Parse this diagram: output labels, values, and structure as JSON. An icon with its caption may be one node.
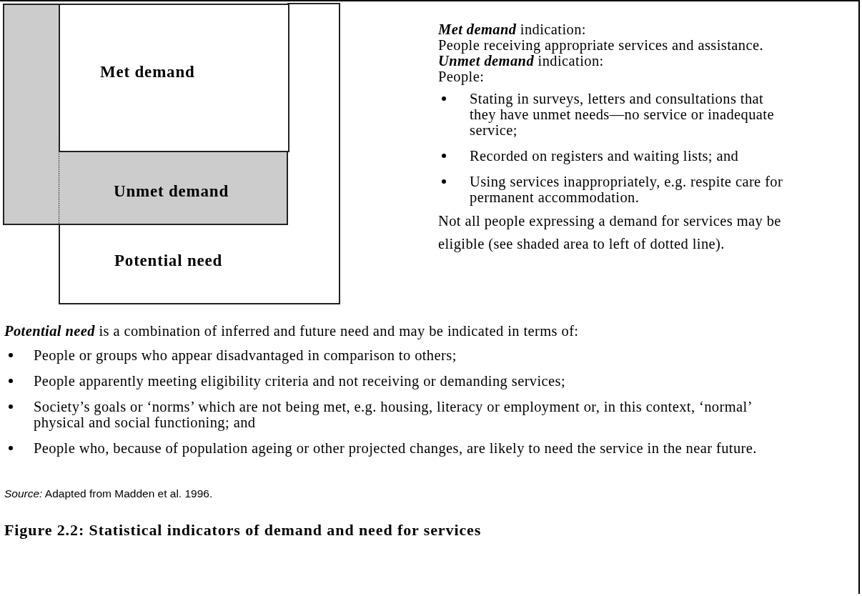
{
  "diagram": {
    "caption": "Figure 2.2: Statistical indicators of demand and need for services",
    "nodes": [
      {
        "text": [
          "Potential need"
        ]
      },
      {
        "text": [],
        "shape": "box"
      },
      {
        "text": [
          "Met demand"
        ],
        "in": 1
      },
      {
        "text": [
          "Unmet demand"
        ],
        "in": 1
      }
    ],
    "edges": [],
    "labels": [
      "**Met demand** indication:",
      "People receiving appropriate services and assistance.",
      "**Unmet demand** indication:",
      "People:",
      "Stating in surveys, letters and consultations that they have unmet needs—no service or inadequate service;",
      "Recorded on registers and waiting lists; and",
      "Using services inappropriately, e.g. respite care for permanent accommodation.",
      "Not all people expressing a demand for services may be eligible (see shaded area to left of dotted line).",
      "**Potential need** is a combination of inferred and future need and may be indicated in terms of:",
      "People or groups who appear disadvantaged in comparison to others;",
      "People apparently meeting eligibility criteria and not receiving or demanding services;",
      "Society’s goals or ‘norms’ which are not being met, e.g. housing, literacy or employment or, in this context, ‘normal’ physical and social functioning; and",
      "People who, because of population ageing or other projected changes, are likely to need the service in the near future.",
      "*Source:* Adapted from Madden et al. 1996."
    ]
  }
}
